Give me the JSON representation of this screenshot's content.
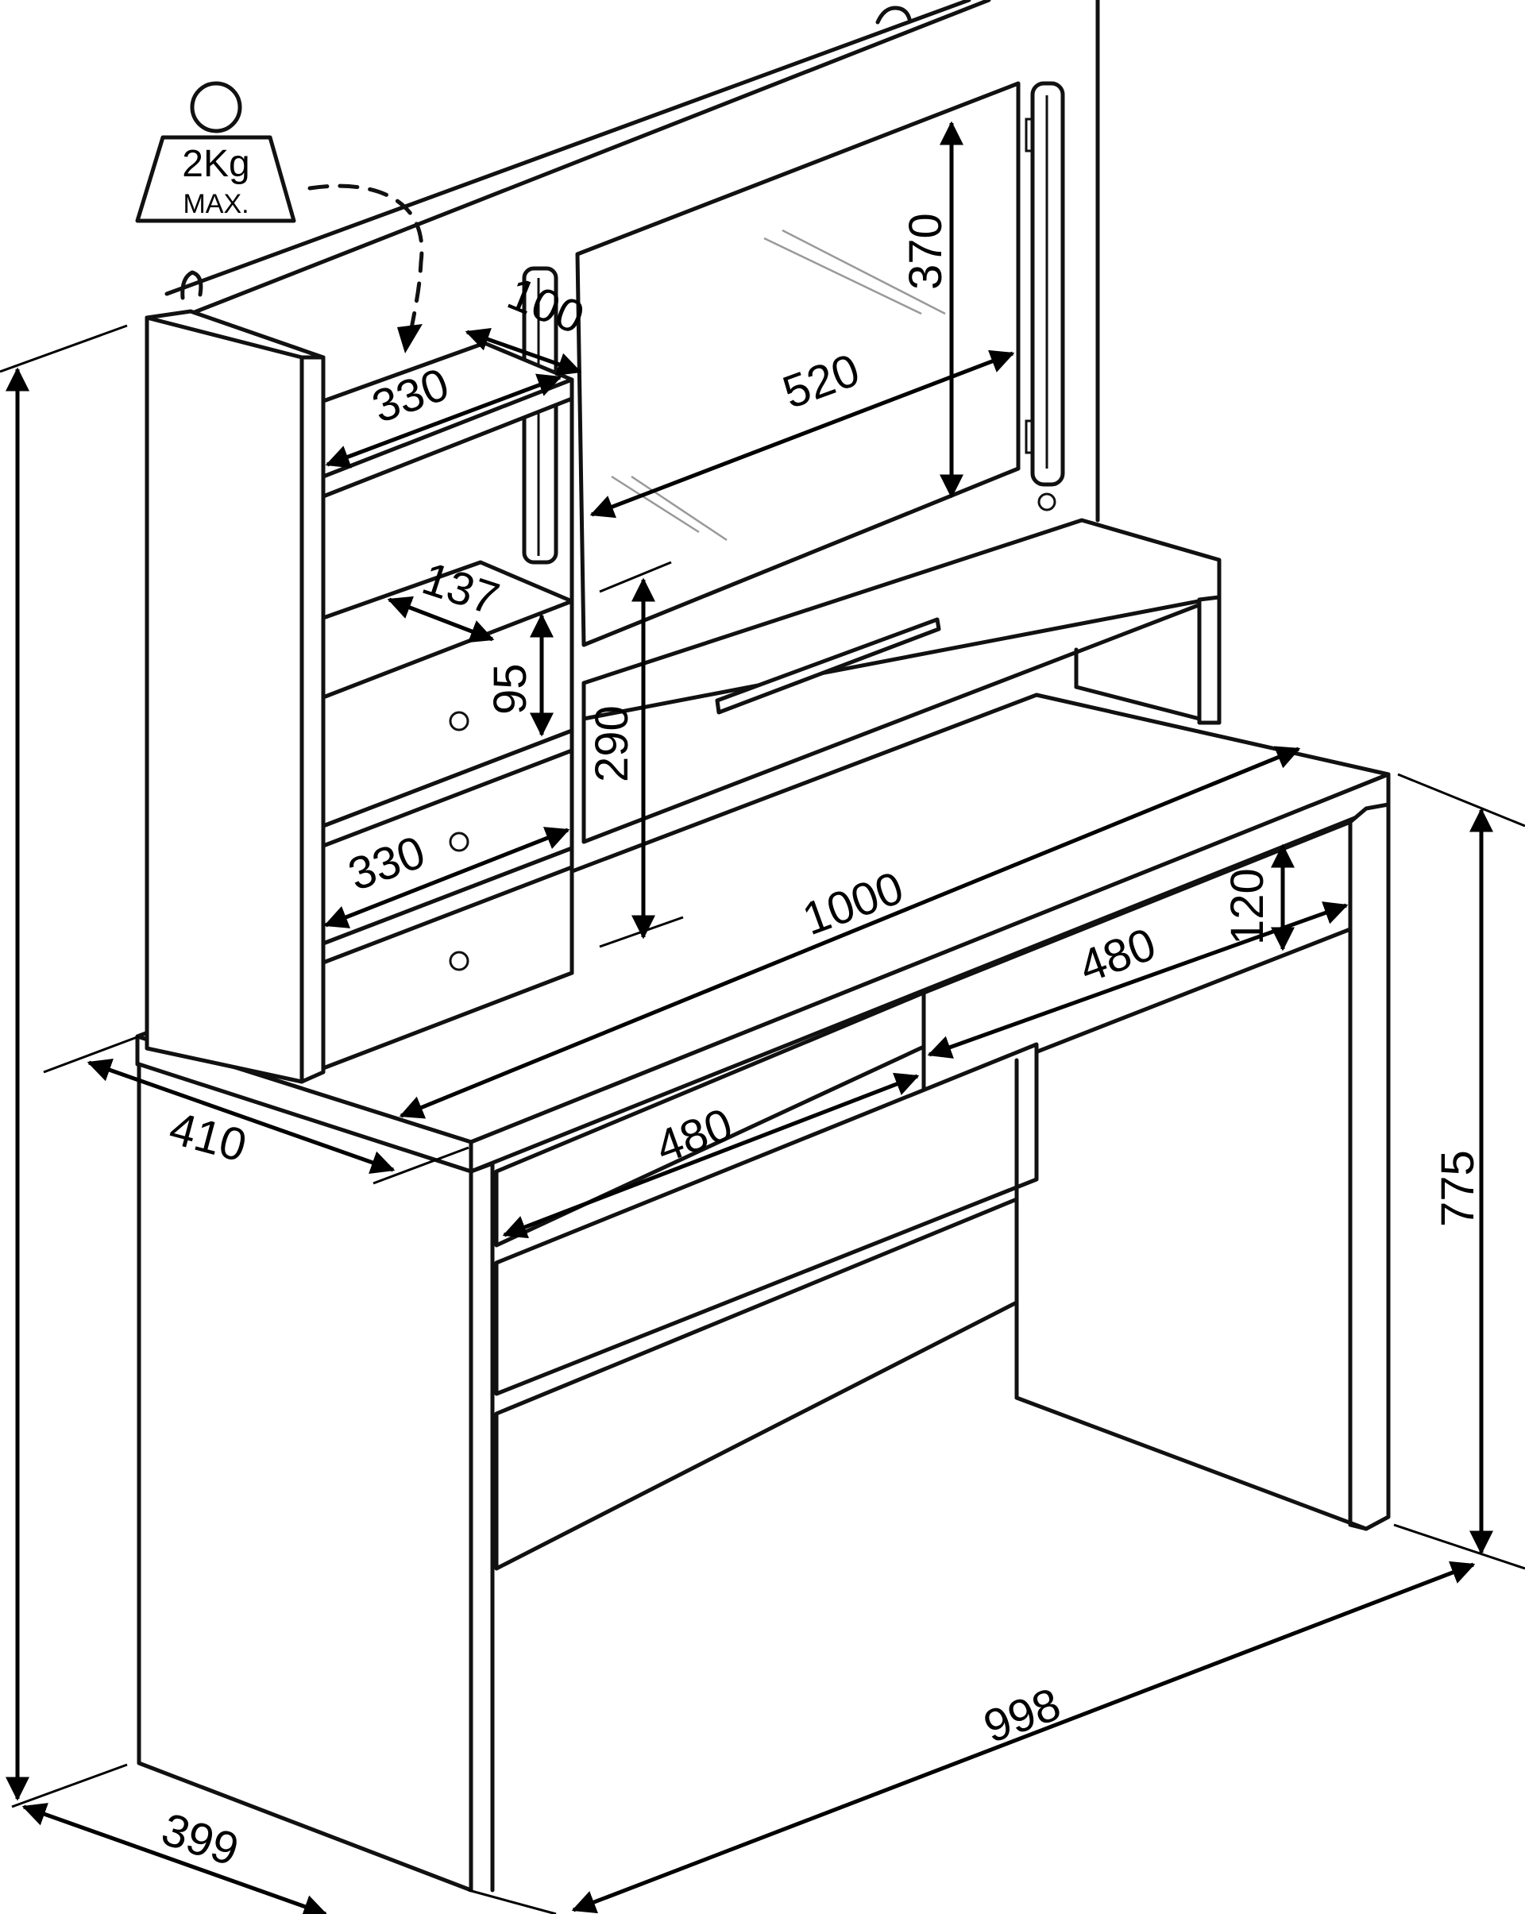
{
  "weight_icon": {
    "value": "2Kg",
    "caption": "MAX."
  },
  "dimensions": {
    "shelf_depth": "100",
    "shelf_width_top": "330",
    "drawer_depth_small": "137",
    "drawer_height_small": "95",
    "shelf_width_bottom": "330",
    "mirror_width": "520",
    "mirror_height": "370",
    "mirror_clearance": "290",
    "desktop_width": "1000",
    "drawer_width_right": "480",
    "drawer_height": "120",
    "drawer_width_left": "480",
    "desktop_depth": "410",
    "leg_height": "775",
    "base_width": "998",
    "base_depth": "399",
    "total_height": ""
  }
}
